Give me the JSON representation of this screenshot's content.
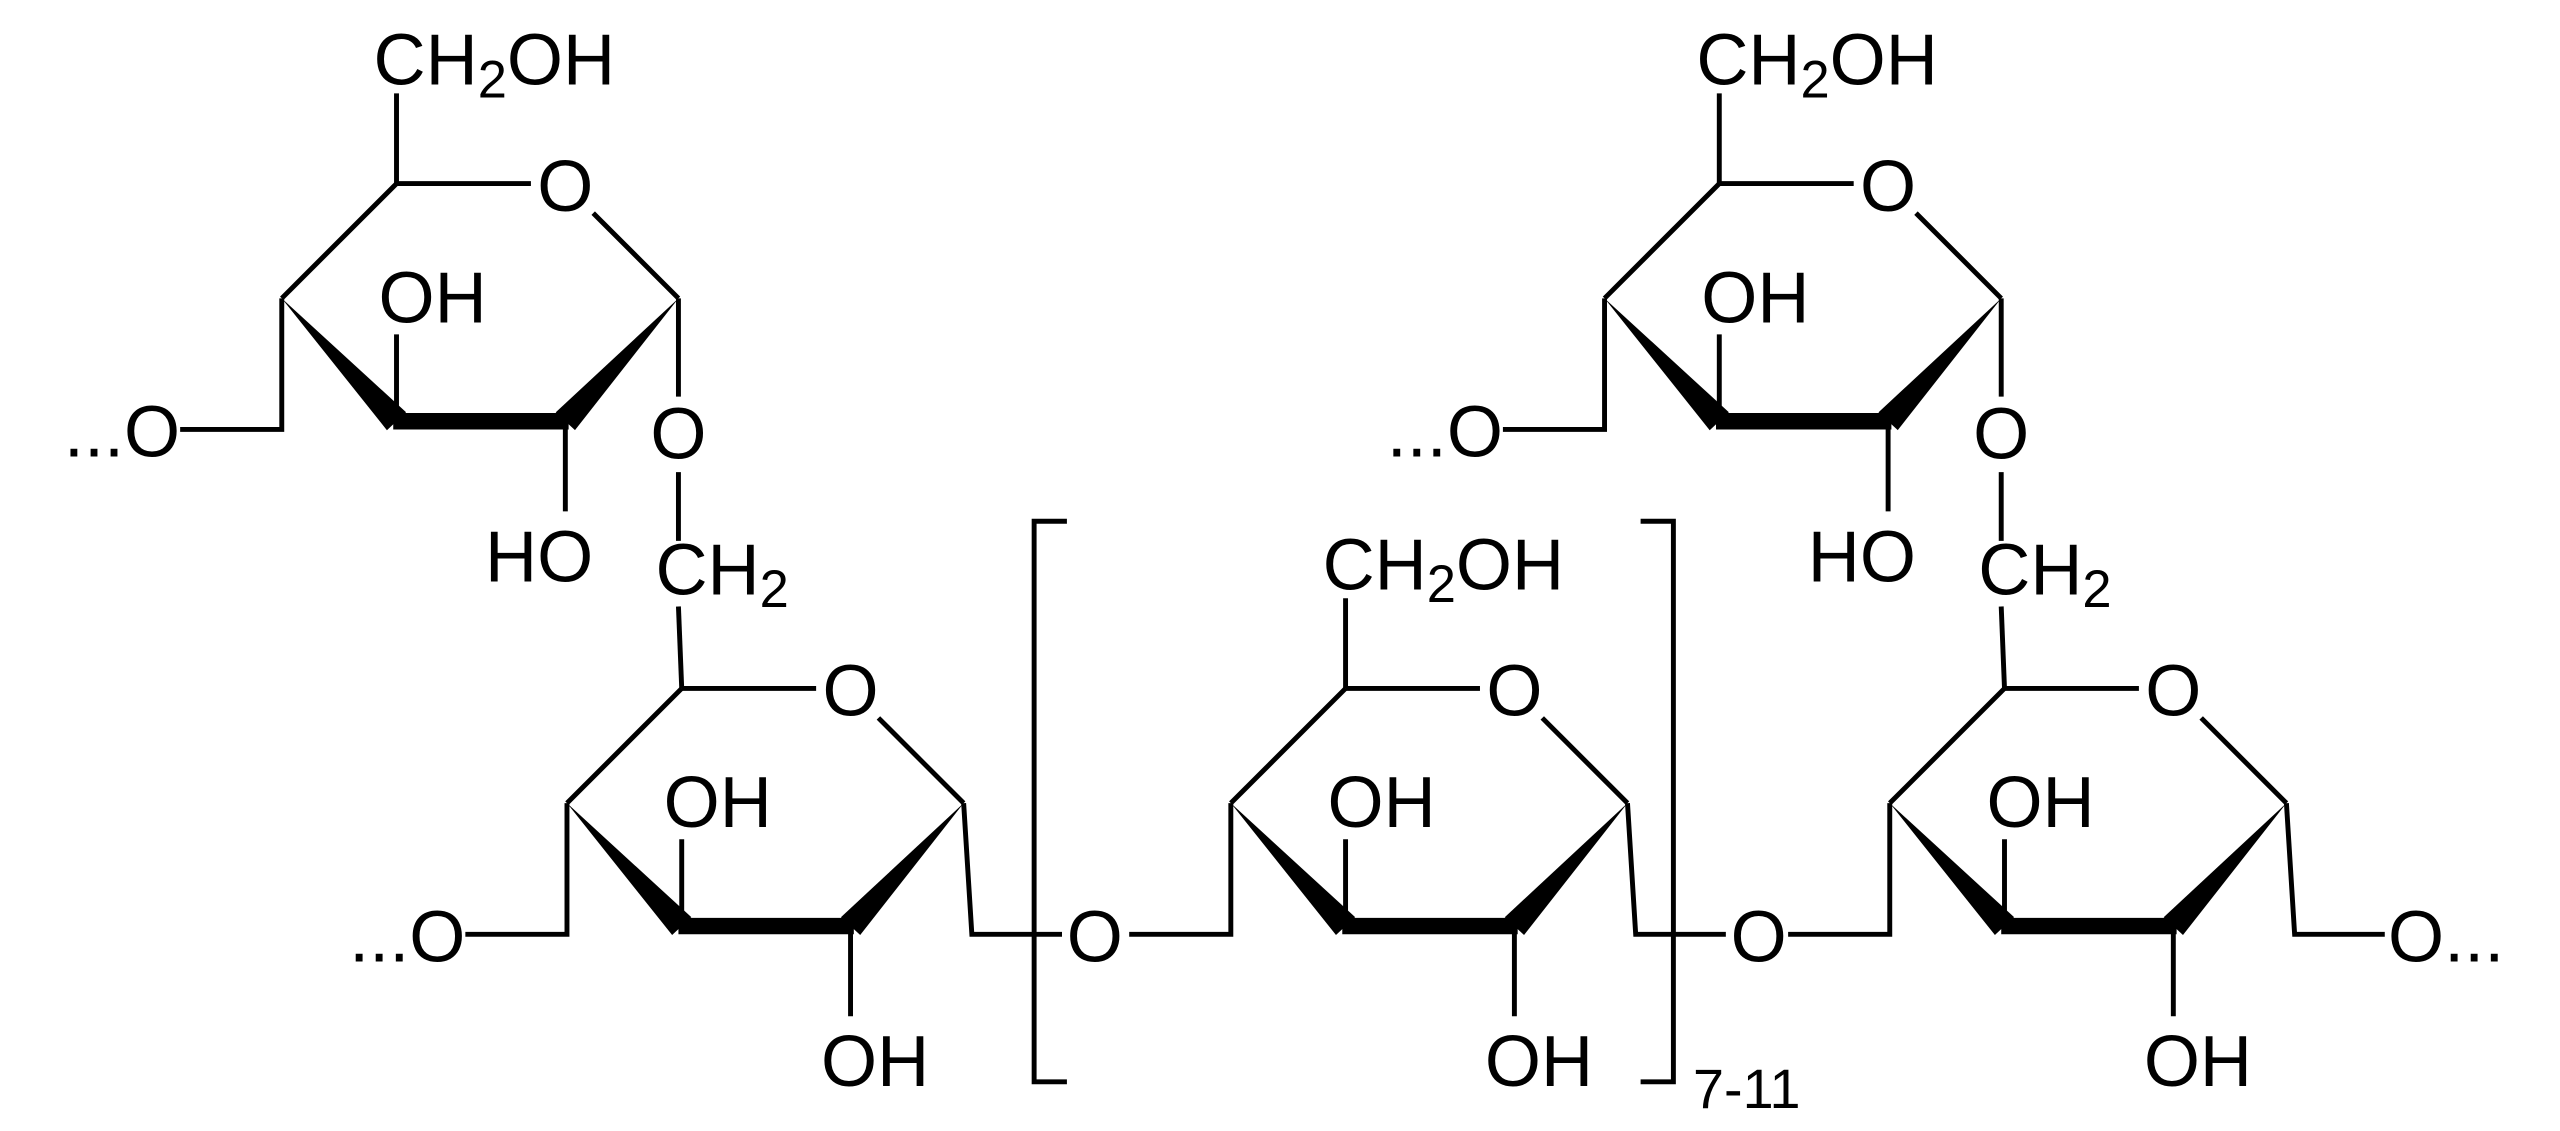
{
  "title": "Glucan structure with α-1,6 branches",
  "labels": {
    "O": "O",
    "OH": "OH",
    "HO": "HO",
    "CH": "CH",
    "sub2": "2",
    "chain_left": "...O",
    "chain_right": "O...",
    "repeat_count": "7-11"
  },
  "colors": {
    "ink": "#000000",
    "background": "#ffffff"
  }
}
